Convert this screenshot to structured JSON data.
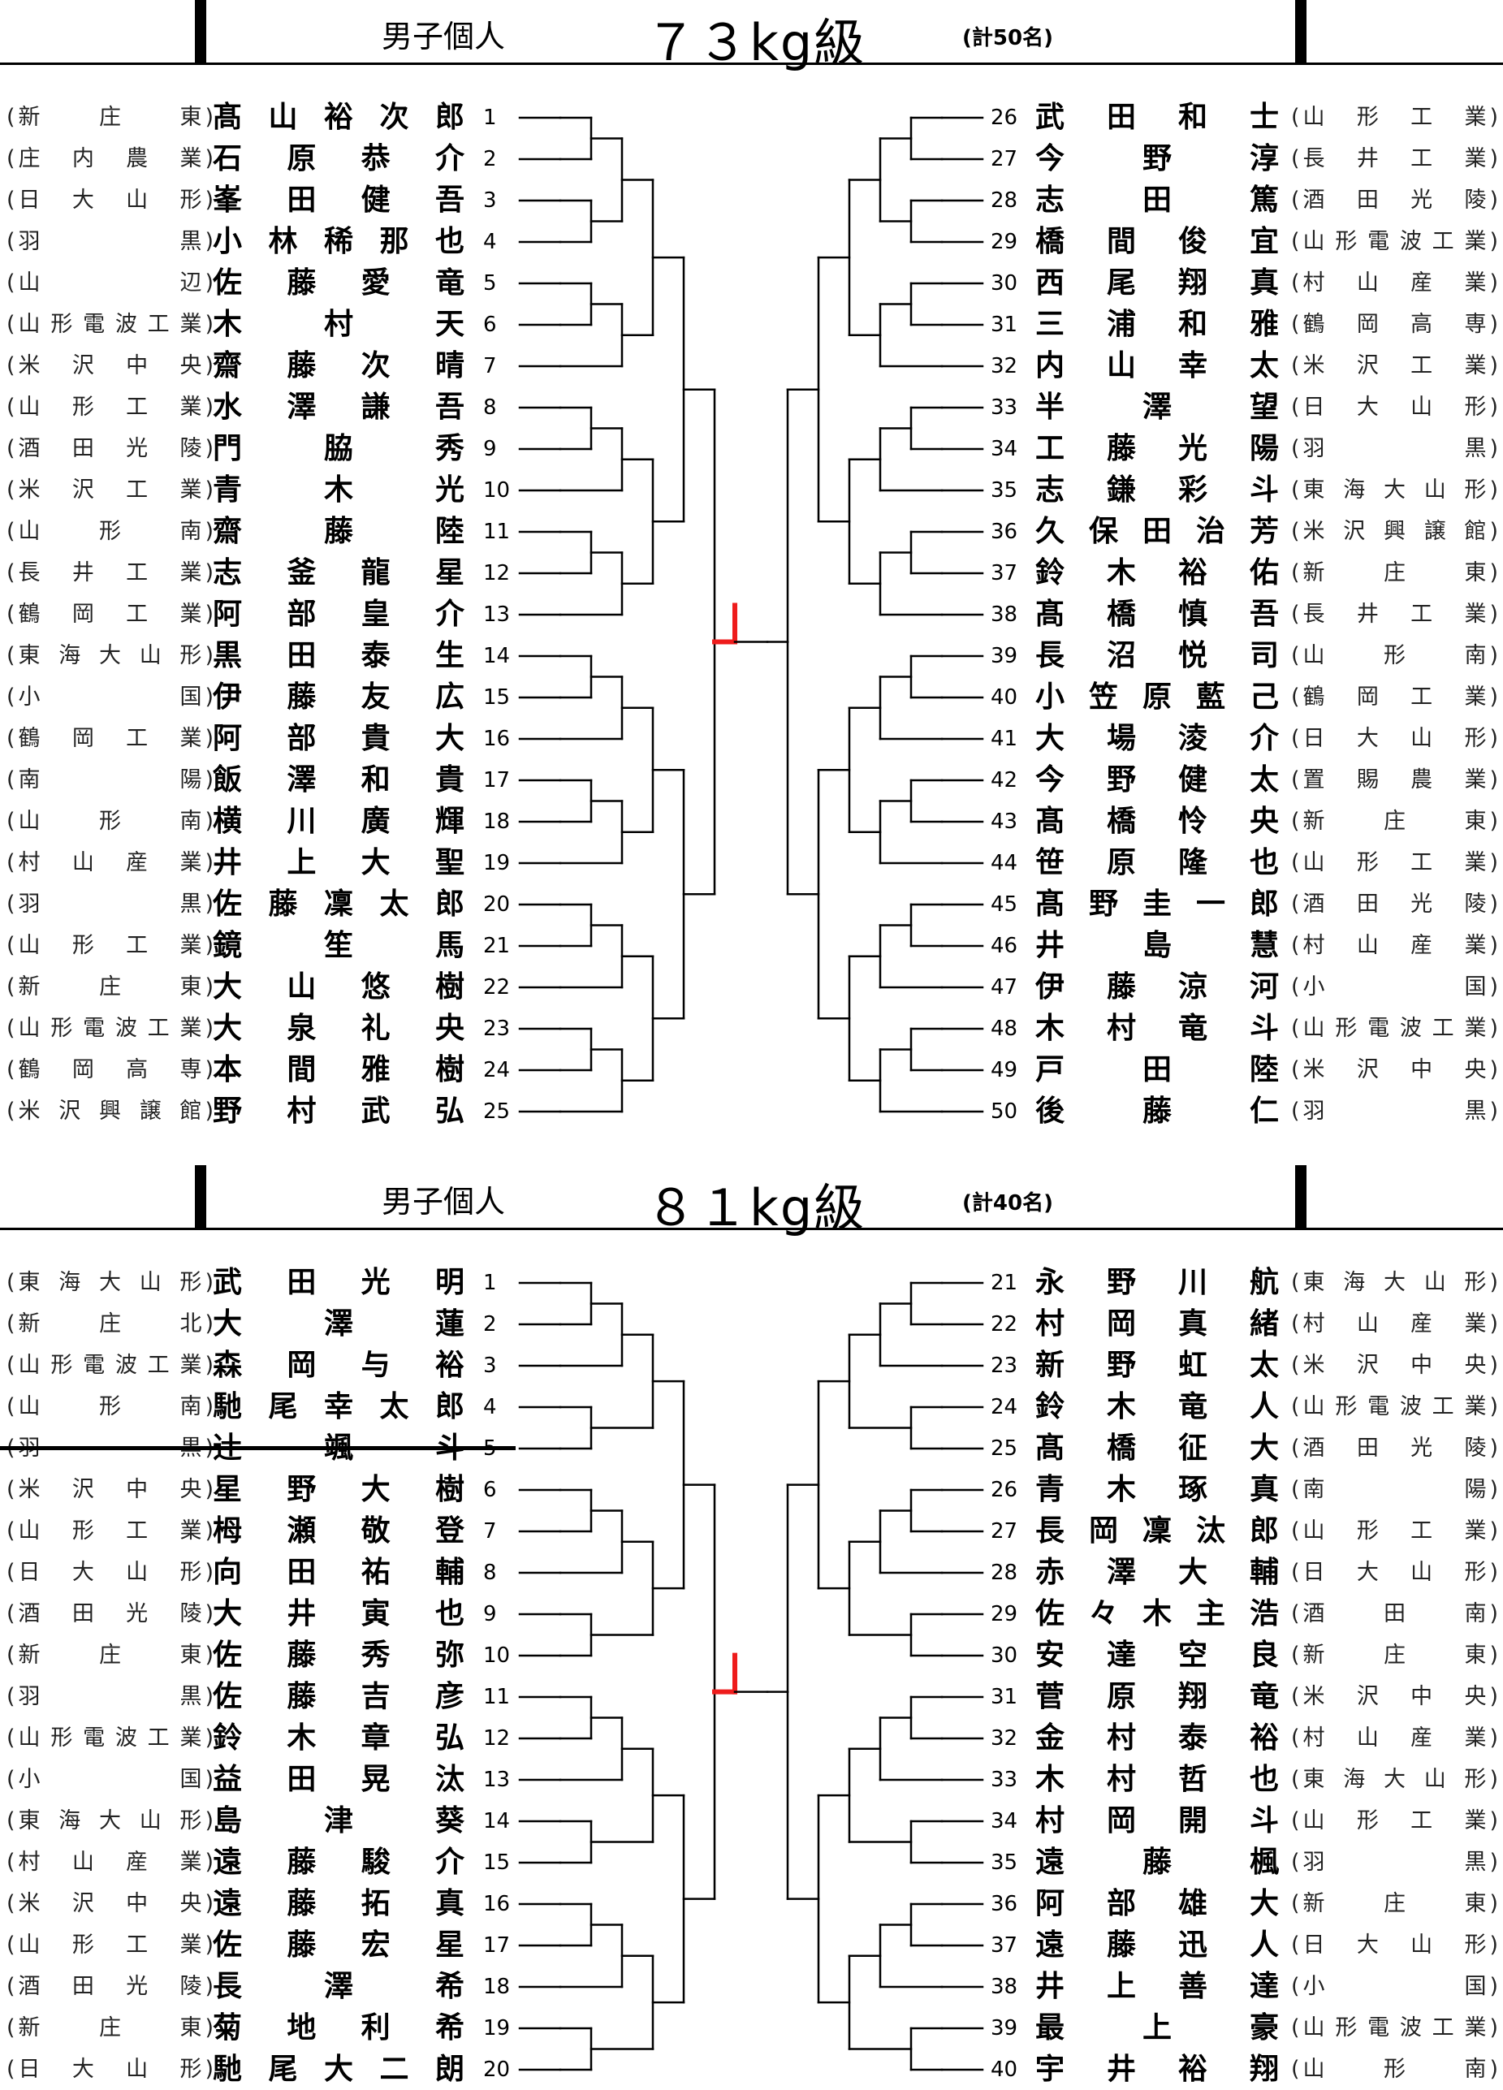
{
  "sections": [
    {
      "id": "73",
      "header": {
        "label": "男子個人",
        "weight_class": "７３kg級",
        "total": "(計50名)"
      },
      "left": [
        {
          "num": "1",
          "school": "新庄東",
          "name": "髙山裕次郎"
        },
        {
          "num": "2",
          "school": "庄内農業",
          "name": "石原恭介"
        },
        {
          "num": "3",
          "school": "日大山形",
          "name": "峯田健吾"
        },
        {
          "num": "4",
          "school": "羽黒",
          "name": "小林稀那也"
        },
        {
          "num": "5",
          "school": "山辺",
          "name": "佐藤愛竜"
        },
        {
          "num": "6",
          "school": "山形電波工業",
          "name": "木村天"
        },
        {
          "num": "7",
          "school": "米沢中央",
          "name": "齋藤次晴"
        },
        {
          "num": "8",
          "school": "山形工業",
          "name": "水澤謙吾"
        },
        {
          "num": "9",
          "school": "酒田光陵",
          "name": "門脇秀"
        },
        {
          "num": "10",
          "school": "米沢工業",
          "name": "青木光"
        },
        {
          "num": "11",
          "school": "山形南",
          "name": "齋藤陸"
        },
        {
          "num": "12",
          "school": "長井工業",
          "name": "志釜龍星"
        },
        {
          "num": "13",
          "school": "鶴岡工業",
          "name": "阿部皇介"
        },
        {
          "num": "14",
          "school": "東海大山形",
          "name": "黒田泰生"
        },
        {
          "num": "15",
          "school": "小国",
          "name": "伊藤友広"
        },
        {
          "num": "16",
          "school": "鶴岡工業",
          "name": "阿部貴大"
        },
        {
          "num": "17",
          "school": "南陽",
          "name": "飯澤和貴"
        },
        {
          "num": "18",
          "school": "山形南",
          "name": "横川廣輝"
        },
        {
          "num": "19",
          "school": "村山産業",
          "name": "井上大聖"
        },
        {
          "num": "20",
          "school": "羽黒",
          "name": "佐藤凜太郎"
        },
        {
          "num": "21",
          "school": "山形工業",
          "name": "鏡笙馬"
        },
        {
          "num": "22",
          "school": "新庄東",
          "name": "大山悠樹"
        },
        {
          "num": "23",
          "school": "山形電波工業",
          "name": "大泉礼央"
        },
        {
          "num": "24",
          "school": "鶴岡高専",
          "name": "本間雅樹"
        },
        {
          "num": "25",
          "school": "米沢興譲館",
          "name": "野村武弘"
        }
      ],
      "right": [
        {
          "num": "26",
          "name": "武田和士",
          "school": "山形工業"
        },
        {
          "num": "27",
          "name": "今野淳",
          "school": "長井工業"
        },
        {
          "num": "28",
          "name": "志田篤",
          "school": "酒田光陵"
        },
        {
          "num": "29",
          "name": "橋間俊宜",
          "school": "山形電波工業"
        },
        {
          "num": "30",
          "name": "西尾翔真",
          "school": "村山産業"
        },
        {
          "num": "31",
          "name": "三浦和雅",
          "school": "鶴岡高専"
        },
        {
          "num": "32",
          "name": "内山幸太",
          "school": "米沢工業"
        },
        {
          "num": "33",
          "name": "半澤望",
          "school": "日大山形"
        },
        {
          "num": "34",
          "name": "工藤光陽",
          "school": "羽黒"
        },
        {
          "num": "35",
          "name": "志鎌彩斗",
          "school": "東海大山形"
        },
        {
          "num": "36",
          "name": "久保田治芳",
          "school": "米沢興譲館"
        },
        {
          "num": "37",
          "name": "鈴木裕佑",
          "school": "新庄東"
        },
        {
          "num": "38",
          "name": "髙橋慎吾",
          "school": "長井工業"
        },
        {
          "num": "39",
          "name": "長沼悦司",
          "school": "山形南"
        },
        {
          "num": "40",
          "name": "小笠原藍己",
          "school": "鶴岡工業"
        },
        {
          "num": "41",
          "name": "大場淩介",
          "school": "日大山形"
        },
        {
          "num": "42",
          "name": "今野健太",
          "school": "置賜農業"
        },
        {
          "num": "43",
          "name": "髙橋怜央",
          "school": "新庄東"
        },
        {
          "num": "44",
          "name": "笹原隆也",
          "school": "山形工業"
        },
        {
          "num": "45",
          "name": "髙野圭一郎",
          "school": "酒田光陵"
        },
        {
          "num": "46",
          "name": "井島慧",
          "school": "村山産業"
        },
        {
          "num": "47",
          "name": "伊藤涼河",
          "school": "小国"
        },
        {
          "num": "48",
          "name": "木村竜斗",
          "school": "山形電波工業"
        },
        {
          "num": "49",
          "name": "戸田陸",
          "school": "米沢中央"
        },
        {
          "num": "50",
          "name": "後藤仁",
          "school": "羽黒"
        }
      ]
    },
    {
      "id": "81",
      "header": {
        "label": "男子個人",
        "weight_class": "８１kg級",
        "total": "(計40名)"
      },
      "left": [
        {
          "num": "1",
          "school": "東海大山形",
          "name": "武田光明"
        },
        {
          "num": "2",
          "school": "新庄北",
          "name": "大澤蓮"
        },
        {
          "num": "3",
          "school": "山形電波工業",
          "name": "森岡与裕"
        },
        {
          "num": "4",
          "school": "山形南",
          "name": "馳尾幸太郎"
        },
        {
          "num": "5",
          "school": "羽黒",
          "name": "辻颯斗"
        },
        {
          "num": "6",
          "school": "米沢中央",
          "name": "星野大樹"
        },
        {
          "num": "7",
          "school": "山形工業",
          "name": "栂瀬敬登"
        },
        {
          "num": "8",
          "school": "日大山形",
          "name": "向田祐輔"
        },
        {
          "num": "9",
          "school": "酒田光陵",
          "name": "大井寅也"
        },
        {
          "num": "10",
          "school": "新庄東",
          "name": "佐藤秀弥"
        },
        {
          "num": "11",
          "school": "羽黒",
          "name": "佐藤吉彦"
        },
        {
          "num": "12",
          "school": "山形電波工業",
          "name": "鈴木章弘"
        },
        {
          "num": "13",
          "school": "小国",
          "name": "益田晃汰"
        },
        {
          "num": "14",
          "school": "東海大山形",
          "name": "島津葵"
        },
        {
          "num": "15",
          "school": "村山産業",
          "name": "遠藤駿介"
        },
        {
          "num": "16",
          "school": "米沢中央",
          "name": "遠藤拓真"
        },
        {
          "num": "17",
          "school": "山形工業",
          "name": "佐藤宏星"
        },
        {
          "num": "18",
          "school": "酒田光陵",
          "name": "長澤希"
        },
        {
          "num": "19",
          "school": "新庄東",
          "name": "菊地利希"
        },
        {
          "num": "20",
          "school": "日大山形",
          "name": "馳尾大二朗"
        }
      ],
      "right": [
        {
          "num": "21",
          "name": "永野川航",
          "school": "東海大山形"
        },
        {
          "num": "22",
          "name": "村岡真緒",
          "school": "村山産業"
        },
        {
          "num": "23",
          "name": "新野虹太",
          "school": "米沢中央"
        },
        {
          "num": "24",
          "name": "鈴木竜人",
          "school": "山形電波工業"
        },
        {
          "num": "25",
          "name": "髙橋征大",
          "school": "酒田光陵"
        },
        {
          "num": "26",
          "name": "青木琢真",
          "school": "南陽"
        },
        {
          "num": "27",
          "name": "長岡凜汰郎",
          "school": "山形工業"
        },
        {
          "num": "28",
          "name": "赤澤大輔",
          "school": "日大山形"
        },
        {
          "num": "29",
          "name": "佐々木主浩",
          "school": "酒田南"
        },
        {
          "num": "30",
          "name": "安達空良",
          "school": "新庄東"
        },
        {
          "num": "31",
          "name": "菅原翔竜",
          "school": "米沢中央"
        },
        {
          "num": "32",
          "name": "金村泰裕",
          "school": "村山産業"
        },
        {
          "num": "33",
          "name": "木村哲也",
          "school": "東海大山形"
        },
        {
          "num": "34",
          "name": "村岡開斗",
          "school": "山形工業"
        },
        {
          "num": "35",
          "name": "遠藤楓",
          "school": "羽黒"
        },
        {
          "num": "36",
          "name": "阿部雄大",
          "school": "新庄東"
        },
        {
          "num": "37",
          "name": "遠藤迅人",
          "school": "日大山形"
        },
        {
          "num": "38",
          "name": "井上善達",
          "school": "小国"
        },
        {
          "num": "39",
          "name": "最上豪",
          "school": "山形電波工業"
        },
        {
          "num": "40",
          "name": "宇井裕翔",
          "school": "山形南"
        }
      ]
    }
  ],
  "withdrawn": [
    "81-left-5"
  ],
  "colors": {
    "winner_line": "#ee1c1c",
    "loser_line": "#000000"
  }
}
